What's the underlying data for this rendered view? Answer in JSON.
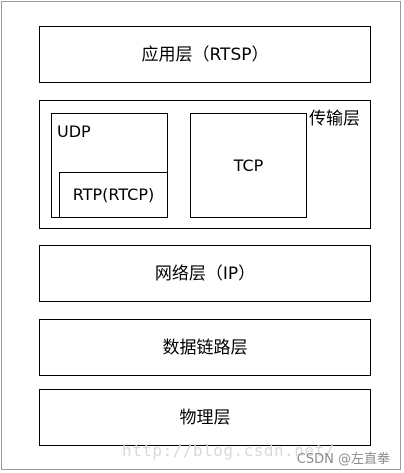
{
  "layers": {
    "application": "应用层（RTSP）",
    "transport": "传输层",
    "udp": "UDP",
    "rtp": "RTP(RTCP)",
    "tcp": "TCP",
    "network": "网络层（IP）",
    "datalink": "数据链路层",
    "physical": "物理层"
  },
  "watermark": {
    "url": "http://blog.csdn.net/",
    "csdn": "CSDN @左直拳"
  }
}
